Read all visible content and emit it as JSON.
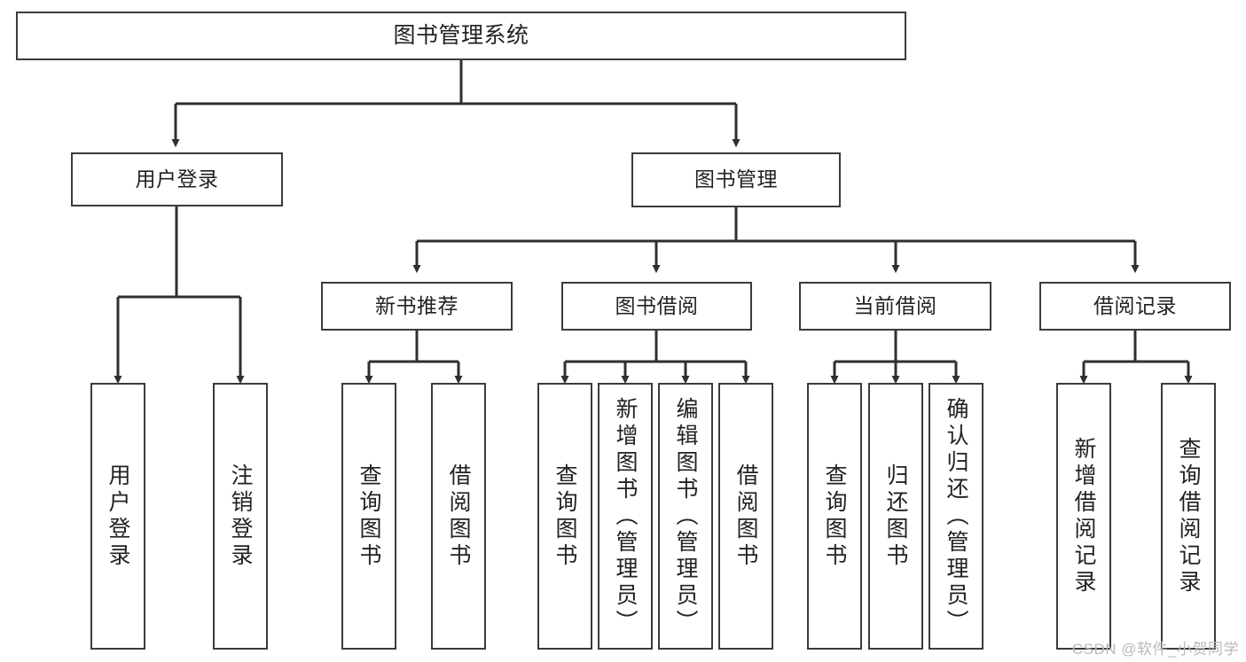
{
  "diagram": {
    "type": "tree",
    "title": "图书管理系统",
    "watermark": "CSDN @软件_小贺同学",
    "colors": {
      "box_border": "#3b3b3b",
      "box_fill": "#ffffff",
      "connector": "#2f2f2f",
      "text": "#222222",
      "watermark": "#b9b9b9"
    },
    "levels": {
      "root": {
        "label": "图书管理系统"
      },
      "level2": [
        {
          "label": "用户登录"
        },
        {
          "label": "图书管理"
        }
      ],
      "level3": [
        {
          "label": "新书推荐"
        },
        {
          "label": "图书借阅"
        },
        {
          "label": "当前借阅"
        },
        {
          "label": "借阅记录"
        }
      ],
      "leaves": {
        "user_login": [
          {
            "label": "用户登录"
          },
          {
            "label": "注销登录"
          }
        ],
        "new_book_recommend": [
          {
            "label": "查询图书"
          },
          {
            "label": "借阅图书"
          }
        ],
        "book_borrow": [
          {
            "label": "查询图书"
          },
          {
            "label": "新增图书（管理员）"
          },
          {
            "label": "编辑图书（管理员）"
          },
          {
            "label": "借阅图书"
          }
        ],
        "current_borrow": [
          {
            "label": "查询图书"
          },
          {
            "label": "归还图书"
          },
          {
            "label": "确认归还（管理员）"
          }
        ],
        "borrow_record": [
          {
            "label": "新增借阅记录"
          },
          {
            "label": "查询借阅记录"
          }
        ]
      }
    }
  }
}
